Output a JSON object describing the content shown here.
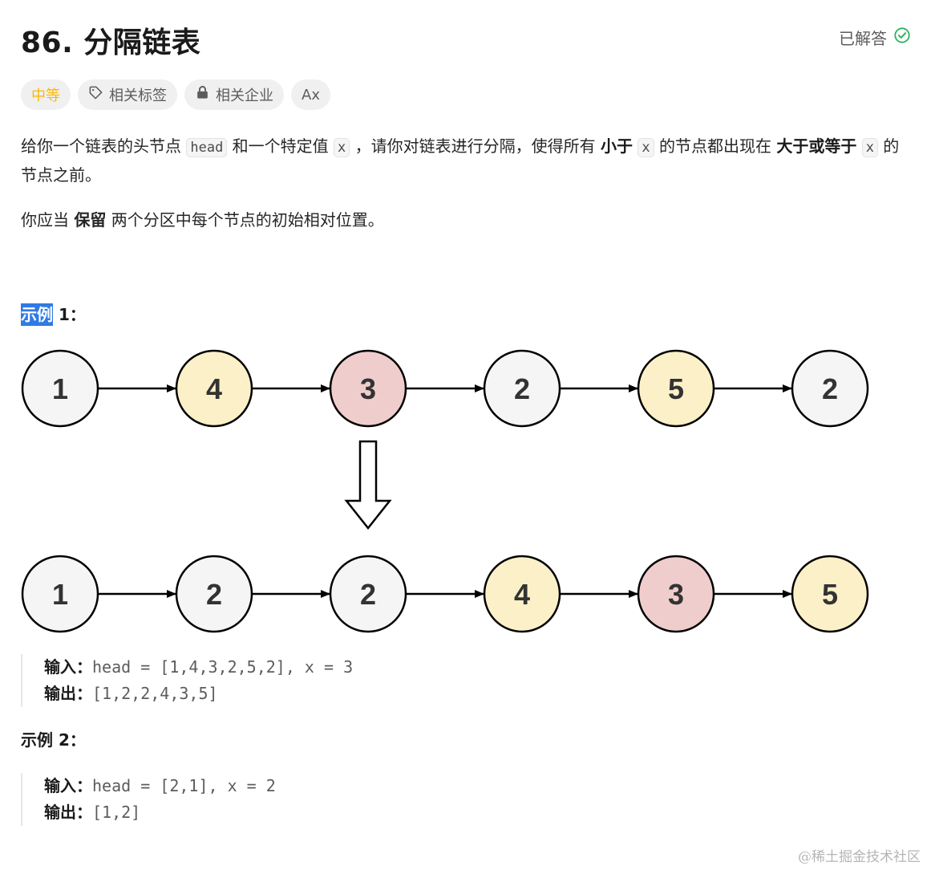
{
  "problem": {
    "title": "86. 分隔链表",
    "status": "已解答"
  },
  "tags": [
    {
      "label": "中等",
      "type": "difficulty"
    },
    {
      "label": "相关标签",
      "icon": "tag-icon"
    },
    {
      "label": "相关企业",
      "icon": "lock-icon"
    },
    {
      "label": "Ax",
      "icon": "translate-icon"
    }
  ],
  "description": {
    "p1_a": "给你一个链表的头节点 ",
    "code_head": "head",
    "p1_b": " 和一个特定值 ",
    "code_x1": "x",
    "p1_c": " ，请你对链表进行分隔，使得所有 ",
    "bold_less": "小于",
    "p1_d": " ",
    "code_x2": "x",
    "p1_e": " 的节点都出现在 ",
    "bold_ge": "大于或等于",
    "p1_f": " ",
    "code_x3": "x",
    "p1_g": " 的节点之前。",
    "p2_a": "你应当 ",
    "bold_keep": "保留",
    "p2_b": " 两个分区中每个节点的初始相对位置。"
  },
  "example1": {
    "title_hl": "示例",
    "title_rest": " 1：",
    "input_label": "输入：",
    "input_value": "head = [1,4,3,2,5,2], x = 3",
    "output_label": "输出：",
    "output_value": "[1,2,2,4,3,5]",
    "top_nodes": [
      {
        "value": "1",
        "color": "#f5f5f5"
      },
      {
        "value": "4",
        "color": "#fbf0c8"
      },
      {
        "value": "3",
        "color": "#f0cdcd"
      },
      {
        "value": "2",
        "color": "#f5f5f5"
      },
      {
        "value": "5",
        "color": "#fbf0c8"
      },
      {
        "value": "2",
        "color": "#f5f5f5"
      }
    ],
    "bottom_nodes": [
      {
        "value": "1",
        "color": "#f5f5f5"
      },
      {
        "value": "2",
        "color": "#f5f5f5"
      },
      {
        "value": "2",
        "color": "#f5f5f5"
      },
      {
        "value": "4",
        "color": "#fbf0c8"
      },
      {
        "value": "3",
        "color": "#f0cdcd"
      },
      {
        "value": "5",
        "color": "#fbf0c8"
      }
    ]
  },
  "example2": {
    "title": "示例 2：",
    "input_label": "输入：",
    "input_value": "head = [2,1], x = 2",
    "output_label": "输出：",
    "output_value": "[1,2]"
  },
  "watermark": "@稀土掘金技术社区",
  "colors": {
    "difficulty_medium": "#ffb800",
    "solved_check": "#2db55d",
    "highlight": "#2f7ae5"
  }
}
